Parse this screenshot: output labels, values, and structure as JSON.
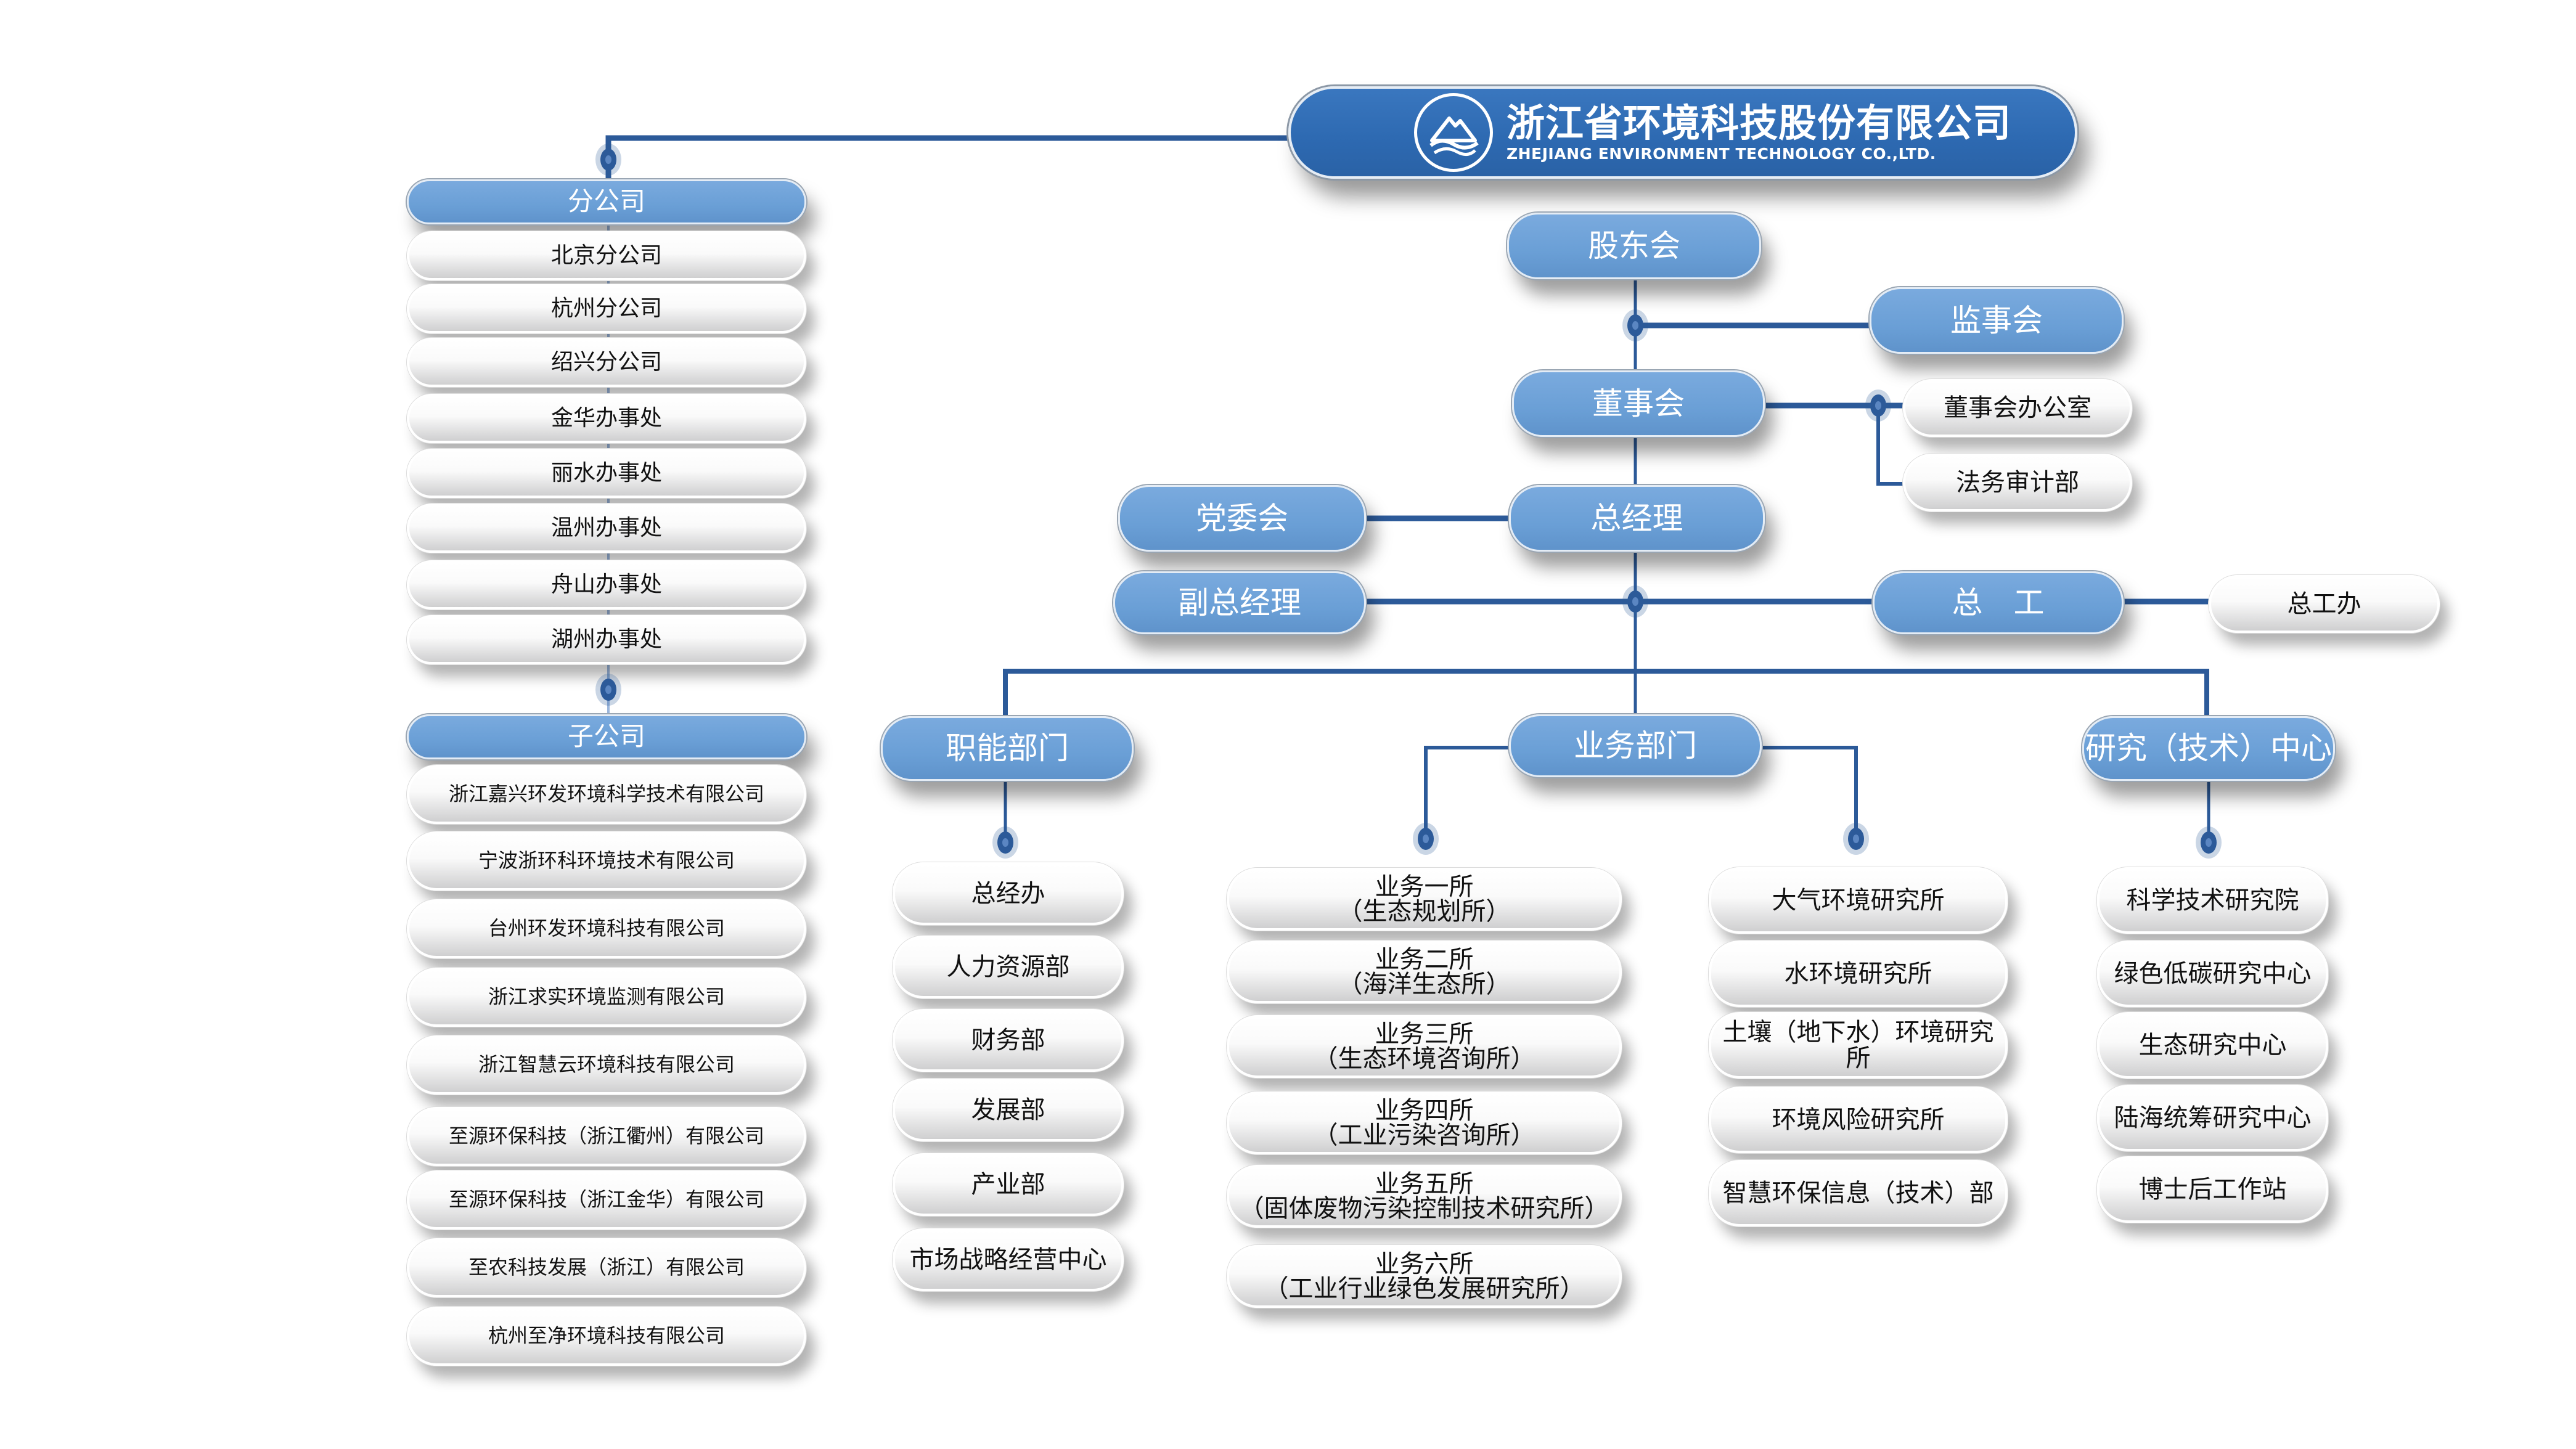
{
  "company": {
    "name_cn": "浙江省环境科技股份有限公司",
    "name_en": "ZHEJIANG ENVIRONMENT TECHNOLOGY CO.,LTD.",
    "logo_icon": "mountain-wave-seal-logo"
  },
  "branches": {
    "title": "分公司",
    "items": [
      "北京分公司",
      "杭州分公司",
      "绍兴分公司",
      "金华办事处",
      "丽水办事处",
      "温州办事处",
      "舟山办事处",
      "湖州办事处"
    ]
  },
  "subsidiaries": {
    "title": "子公司",
    "items": [
      "浙江嘉兴环发环境科学技术有限公司",
      "宁波浙环科环境技术有限公司",
      "台州环发环境科技有限公司",
      "浙江求实环境监测有限公司",
      "浙江智慧云环境科技有限公司",
      "至源环保科技（浙江衢州）有限公司",
      "至源环保科技（浙江金华）有限公司",
      "至农科技发展（浙江）有限公司",
      "杭州至净环境科技有限公司"
    ]
  },
  "governance": {
    "shareholders": "股东会",
    "supervisors": "监事会",
    "board": "董事会",
    "board_office": "董事会办公室",
    "legal_audit": "法务审计部",
    "party_committee": "党委会",
    "general_manager": "总经理",
    "deputy_gm": "副总经理",
    "chief_engineer": "总　工",
    "chief_engineer_office": "总工办"
  },
  "divisions": {
    "functional": {
      "title": "职能部门",
      "items": [
        "总经办",
        "人力资源部",
        "财务部",
        "发展部",
        "产业部",
        "市场战略经营中心"
      ]
    },
    "business": {
      "title": "业务部门",
      "institutes": [
        {
          "name": "业务一所",
          "sub": "（生态规划所）"
        },
        {
          "name": "业务二所",
          "sub": "（海洋生态所）"
        },
        {
          "name": "业务三所",
          "sub": "（生态环境咨询所）"
        },
        {
          "name": "业务四所",
          "sub": "（工业污染咨询所）"
        },
        {
          "name": "业务五所",
          "sub": "（固体废物污染控制技术研究所）"
        },
        {
          "name": "业务六所",
          "sub": "（工业行业绿色发展研究所）"
        }
      ],
      "research_units": [
        "大气环境研究所",
        "水环境研究所",
        "土壤（地下水）环境研究所",
        "环境风险研究所",
        "智慧环保信息（技术）部"
      ]
    },
    "research": {
      "title": "研究（技术）中心",
      "items": [
        "科学技术研究院",
        "绿色低碳研究中心",
        "生态研究中心",
        "陆海统筹研究中心",
        "博士后工作站"
      ]
    }
  },
  "colors": {
    "header_blue": "#2d69b1",
    "box_blue": "#6a9fd6",
    "line_blue": "#2c5a99",
    "white_box": "#f5f5f5"
  }
}
